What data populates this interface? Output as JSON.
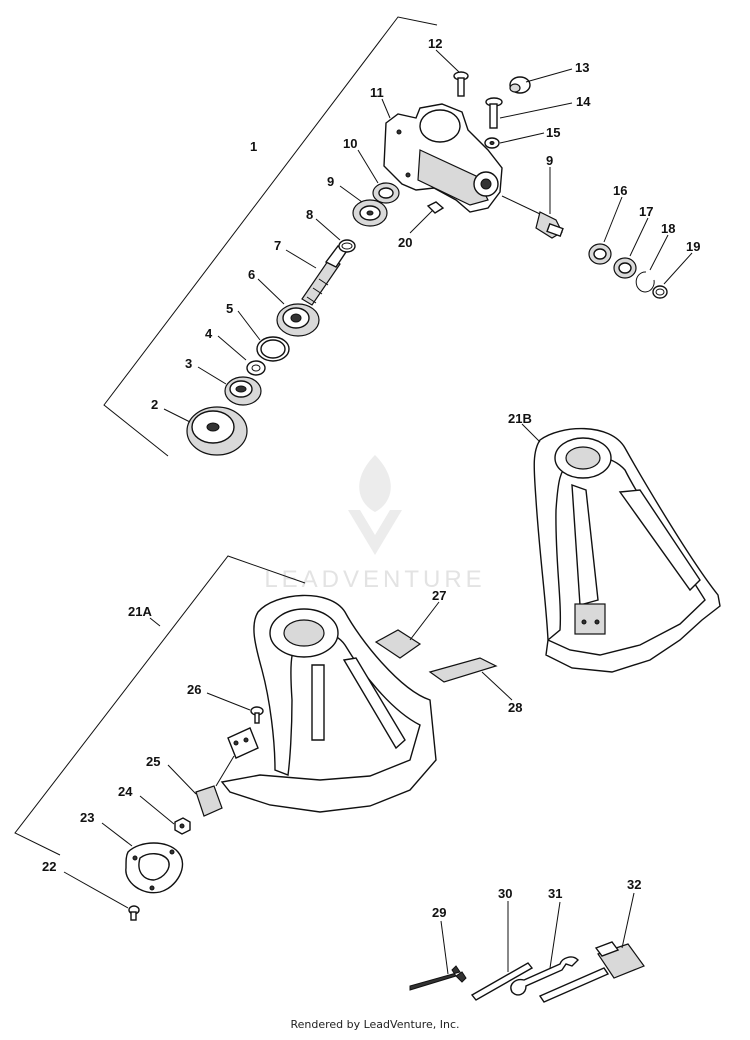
{
  "watermark": "LEADVENTURE",
  "footer": "Rendered by LeadVenture, Inc.",
  "labels": {
    "p1": "1",
    "p2": "2",
    "p3": "3",
    "p4": "4",
    "p5": "5",
    "p6": "6",
    "p7": "7",
    "p8": "8",
    "p9a": "9",
    "p9b": "9",
    "p10": "10",
    "p11": "11",
    "p12": "12",
    "p13": "13",
    "p14": "14",
    "p15": "15",
    "p16": "16",
    "p17": "17",
    "p18": "18",
    "p19": "19",
    "p20": "20",
    "p21a": "21A",
    "p21b": "21B",
    "p22": "22",
    "p23": "23",
    "p24": "24",
    "p25": "25",
    "p26": "26",
    "p27": "27",
    "p28": "28",
    "p29": "29",
    "p30": "30",
    "p31": "31",
    "p32": "32"
  }
}
